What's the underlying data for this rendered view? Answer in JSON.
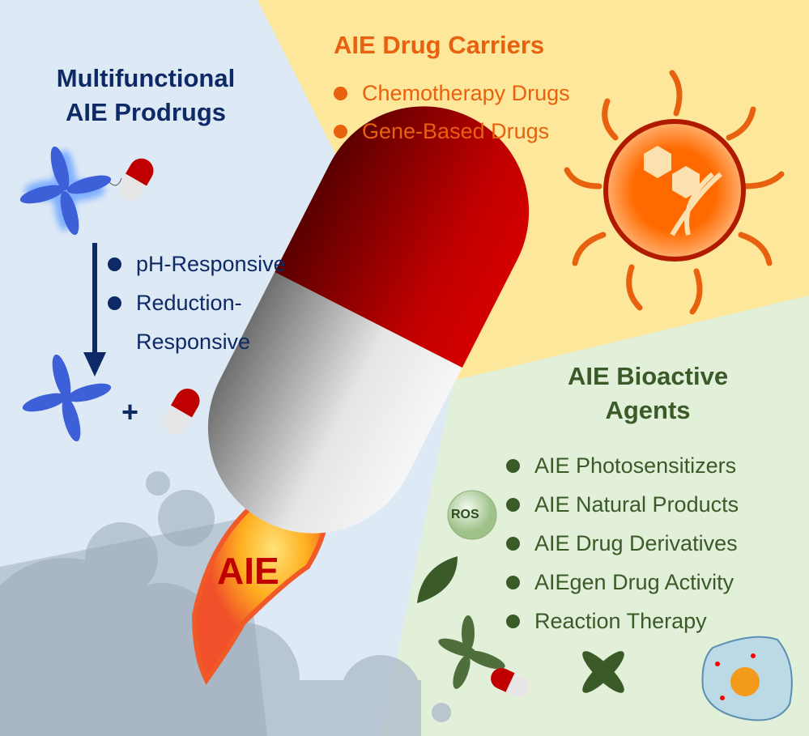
{
  "prodrugs": {
    "title_line1": "Multifunctional",
    "title_line2": "AIE Prodrugs",
    "items": [
      "pH-Responsive",
      "Reduction-",
      "Responsive"
    ],
    "plus": "+"
  },
  "carriers": {
    "title": "AIE Drug Carriers",
    "items": [
      "Chemotherapy Drugs",
      "Gene-Based Drugs"
    ]
  },
  "bioactive": {
    "title_line1": "AIE Bioactive",
    "title_line2": "Agents",
    "items": [
      "AIE Photosensitizers",
      "AIE Natural Products",
      "AIE Drug Derivatives",
      "AIEgen Drug Activity",
      "Reaction Therapy"
    ],
    "ros_label": "ROS"
  },
  "rocket": {
    "flame_label": "AIE"
  },
  "colors": {
    "blue_bg": "#dde9f5",
    "yellow_bg": "#fde79a",
    "green_bg": "#e2efd9",
    "navy": "#0d2a66",
    "orange": "#e8610f",
    "green": "#3a5a28",
    "capsule_red": "#c00000"
  }
}
